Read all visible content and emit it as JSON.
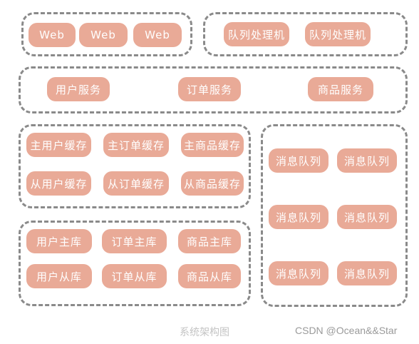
{
  "web_layer": {
    "nodes": [
      "Web",
      "Web",
      "Web"
    ]
  },
  "queue_processor_layer": {
    "nodes": [
      "队列处理机",
      "队列处理机"
    ]
  },
  "service_layer": {
    "nodes": [
      "用户服务",
      "订单服务",
      "商品服务"
    ]
  },
  "cache_layer": {
    "primary": [
      "主用户缓存",
      "主订单缓存",
      "主商品缓存"
    ],
    "replica": [
      "从用户缓存",
      "从订单缓存",
      "从商品缓存"
    ]
  },
  "database_layer": {
    "primary": [
      "用户主库",
      "订单主库",
      "商品主库"
    ],
    "replica": [
      "用户从库",
      "订单从库",
      "商品从库"
    ]
  },
  "message_queue_layer": {
    "nodes": [
      "消息队列",
      "消息队列",
      "消息队列",
      "消息队列",
      "消息队列",
      "消息队列"
    ]
  },
  "caption": "系统架构图",
  "watermark": "CSDN @Ocean&&Star"
}
